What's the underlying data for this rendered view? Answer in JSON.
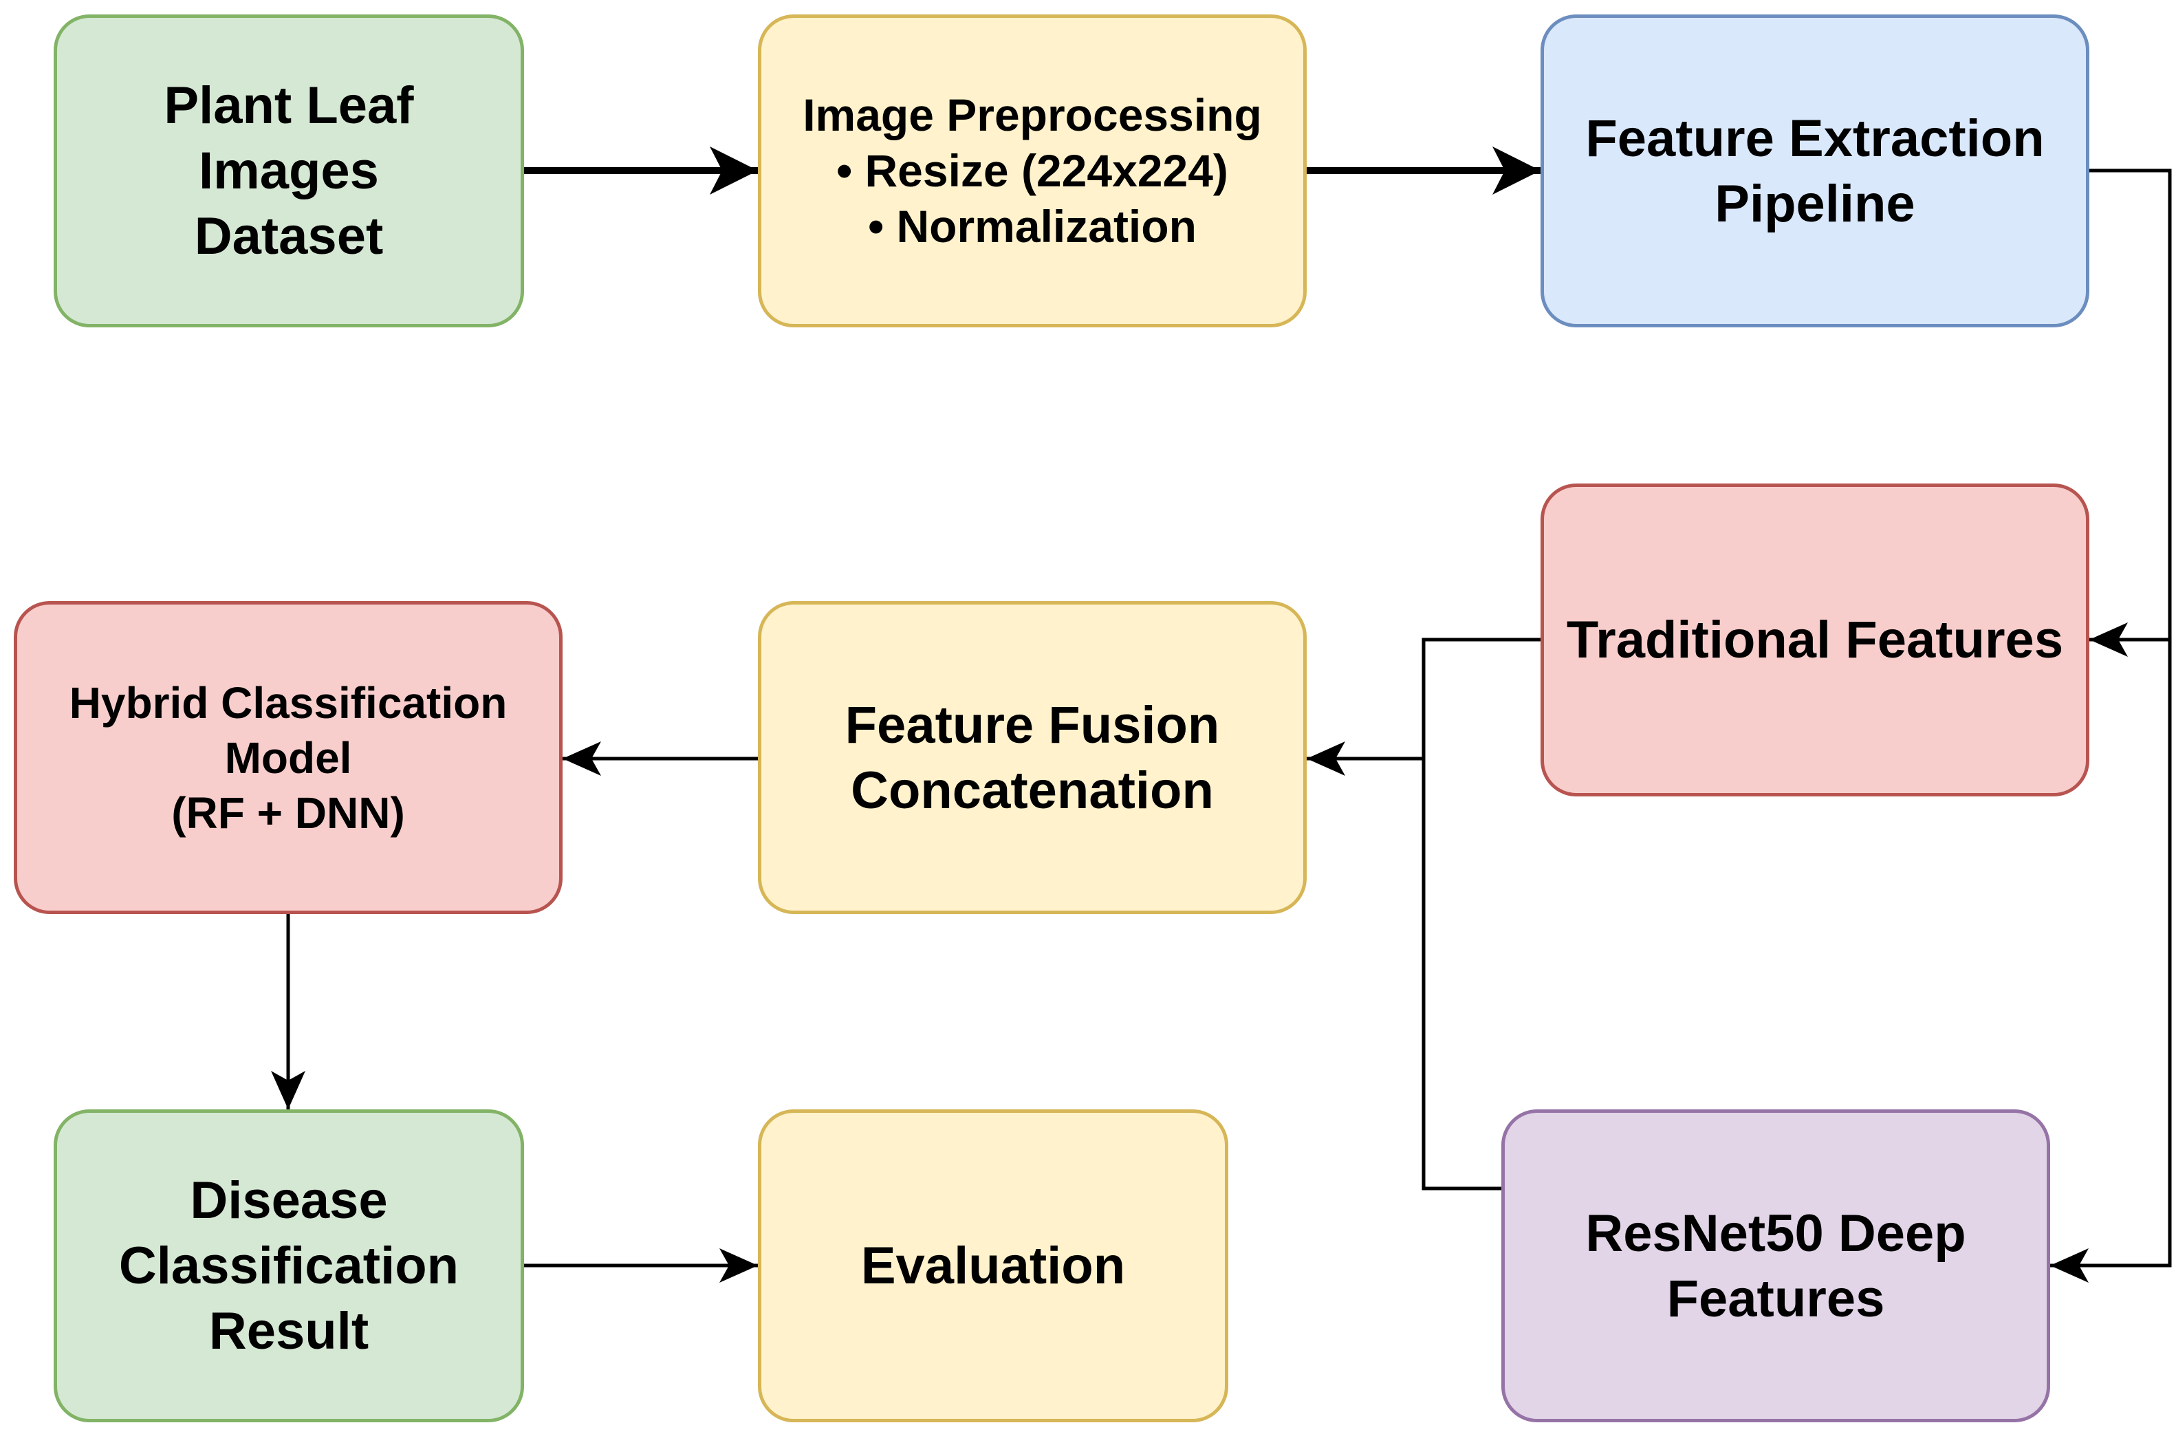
{
  "diagram": {
    "nodes": {
      "plant_leaf": {
        "lines": [
          "Plant Leaf",
          "Images",
          "Dataset"
        ]
      },
      "preprocessing": {
        "lines": [
          "Image Preprocessing",
          "• Resize (224x224)",
          "• Normalization"
        ]
      },
      "feature_extraction": {
        "lines": [
          "Feature Extraction",
          "Pipeline"
        ]
      },
      "traditional": {
        "lines": [
          "Traditional Features"
        ]
      },
      "resnet": {
        "lines": [
          "ResNet50 Deep",
          "Features"
        ]
      },
      "fusion": {
        "lines": [
          "Feature Fusion",
          "Concatenation"
        ]
      },
      "hybrid": {
        "lines": [
          "Hybrid Classification",
          "Model",
          "(RF + DNN)"
        ]
      },
      "disease": {
        "lines": [
          "Disease",
          "Classification",
          "Result"
        ]
      },
      "evaluation": {
        "lines": [
          "Evaluation"
        ]
      }
    },
    "edges": [
      {
        "from": "plant_leaf",
        "to": "preprocessing"
      },
      {
        "from": "preprocessing",
        "to": "feature_extraction"
      },
      {
        "from": "feature_extraction",
        "to": "traditional"
      },
      {
        "from": "feature_extraction",
        "to": "resnet"
      },
      {
        "from": "traditional",
        "to": "fusion"
      },
      {
        "from": "resnet",
        "to": "fusion"
      },
      {
        "from": "fusion",
        "to": "hybrid"
      },
      {
        "from": "hybrid",
        "to": "disease"
      },
      {
        "from": "disease",
        "to": "evaluation"
      }
    ],
    "colors": {
      "green_fill": "#d5e8d4",
      "green_stroke": "#82b366",
      "yellow_fill": "#fff2cc",
      "yellow_stroke": "#d6b656",
      "blue_fill": "#dae8fc",
      "blue_stroke": "#6c8ebf",
      "red_fill": "#f8cecc",
      "red_stroke": "#b85450",
      "purple_fill": "#e1d5e7",
      "purple_stroke": "#9673a6",
      "connector": "#000000"
    }
  }
}
